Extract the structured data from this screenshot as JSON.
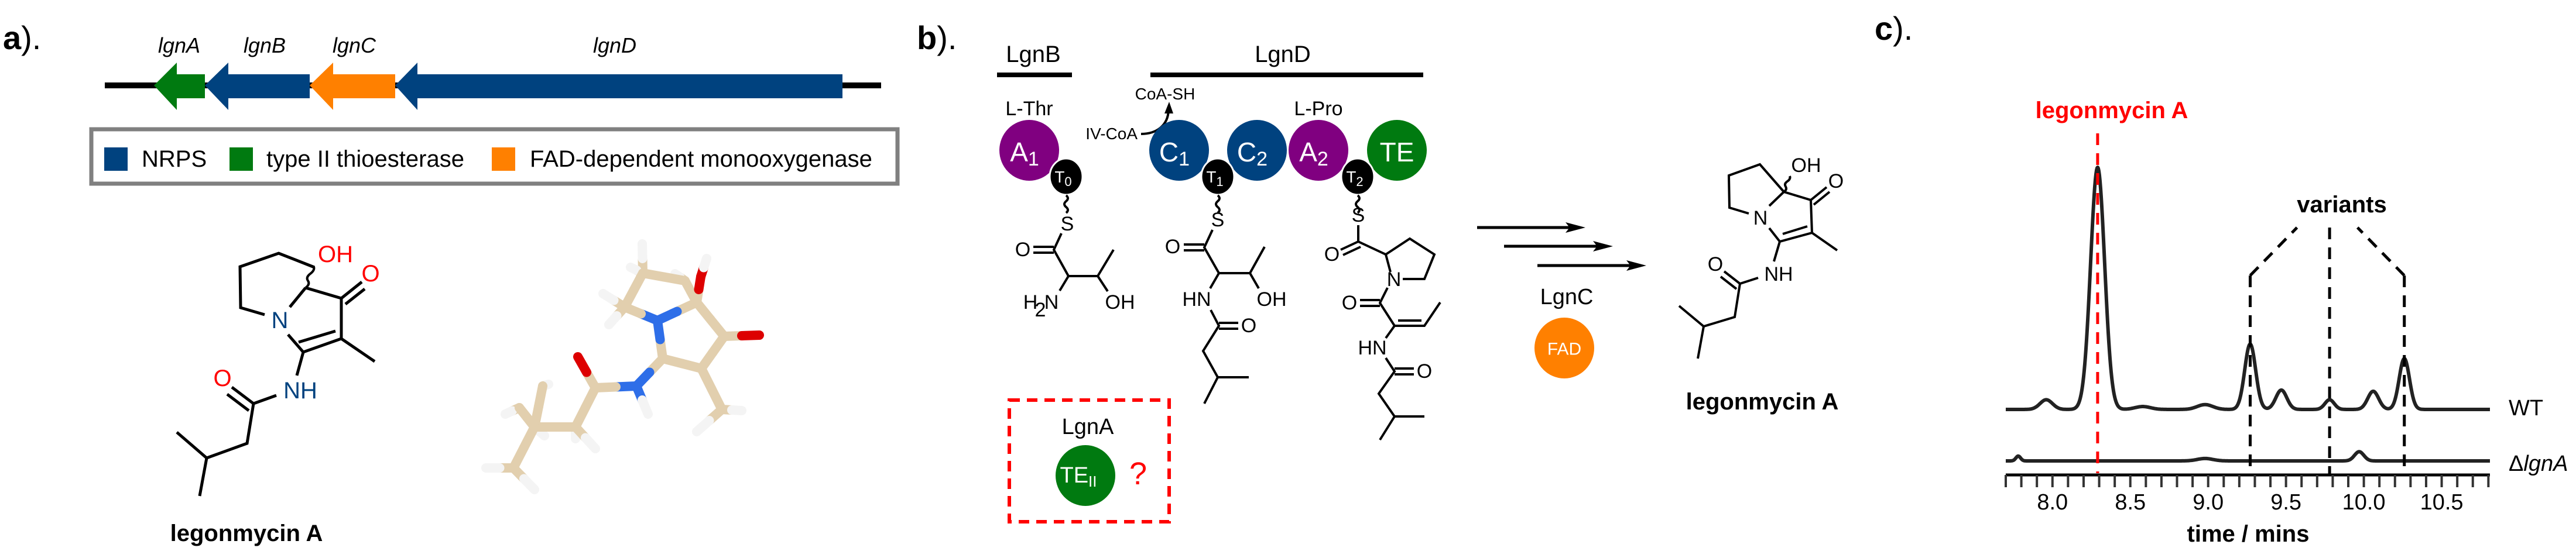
{
  "panels": {
    "a": {
      "label_letter": "a",
      "label_suffix": ")."
    },
    "b": {
      "label_letter": "b",
      "label_suffix": ")."
    },
    "c": {
      "label_letter": "c",
      "label_suffix": ")."
    }
  },
  "colors": {
    "nrps": "#00427f",
    "thioesterase": "#007a10",
    "monooxygenase": "#ff8000",
    "adenylation": "#800080",
    "thiolation": "#000000",
    "highlight_red": "#ff0000",
    "legend_border": "#808080",
    "stick_carbon": "#e2cfae",
    "stick_nitrogen": "#2e6ee8",
    "stick_oxygen": "#dd0000",
    "stick_hydrogen": "#f4f4f4"
  },
  "gene_cluster": {
    "genes": [
      {
        "name": "lgnA",
        "type": "type II thioesterase",
        "color_key": "thioesterase"
      },
      {
        "name": "lgnB",
        "type": "NRPS",
        "color_key": "nrps"
      },
      {
        "name": "lgnC",
        "type": "FAD-dependent monooxygenase",
        "color_key": "monooxygenase"
      },
      {
        "name": "lgnD",
        "type": "NRPS",
        "color_key": "nrps"
      }
    ],
    "legend": [
      {
        "label": "NRPS",
        "color_key": "nrps"
      },
      {
        "label": "type II thioesterase",
        "color_key": "thioesterase"
      },
      {
        "label": "FAD-dependent monooxygenase",
        "color_key": "monooxygenase"
      }
    ]
  },
  "compound_name": "legonmycin A",
  "structure_atoms": {
    "OH": "OH",
    "O": "O",
    "N": "N",
    "NH": "NH",
    "HN": "HN",
    "S": "S",
    "H2N_H": "H",
    "H2N_sub": "2",
    "H2N_N": "N"
  },
  "pathway": {
    "proteins": {
      "lgnB": "LgnB",
      "lgnD": "LgnD",
      "lgnA": "LgnA",
      "lgnC": "LgnC"
    },
    "substrates": {
      "thr": "L-Thr",
      "pro": "L-Pro",
      "ivcoa": "IV-CoA",
      "coash": "CoA-SH"
    },
    "domains": [
      {
        "id": "A1",
        "main": "A",
        "sub": "1",
        "color_key": "adenylation"
      },
      {
        "id": "T0",
        "main": "T",
        "sub": "0",
        "color_key": "thiolation"
      },
      {
        "id": "C1",
        "main": "C",
        "sub": "1",
        "color_key": "nrps"
      },
      {
        "id": "T1",
        "main": "T",
        "sub": "1",
        "color_key": "thiolation"
      },
      {
        "id": "C2",
        "main": "C",
        "sub": "2",
        "color_key": "nrps"
      },
      {
        "id": "A2",
        "main": "A",
        "sub": "2",
        "color_key": "adenylation"
      },
      {
        "id": "T2",
        "main": "T",
        "sub": "2",
        "color_key": "thiolation"
      },
      {
        "id": "TE",
        "main": "TE",
        "sub": "",
        "color_key": "thioesterase"
      }
    ],
    "te2": {
      "main": "TE",
      "sub": "II",
      "question": "?"
    },
    "cofactor": "FAD"
  },
  "chart_data": {
    "type": "line",
    "title": "",
    "xlabel": "time / mins",
    "ylabel": "",
    "xlim": [
      7.7,
      10.81
    ],
    "xticks": [
      8.0,
      8.5,
      9.0,
      9.5,
      10.0,
      10.5
    ],
    "xtick_labels": [
      "8.0",
      "8.5",
      "9.0",
      "9.5",
      "10.0",
      "10.5"
    ],
    "minor_tick_step": 0.1,
    "grid": false,
    "y_units": "relative intensity (main peak = 100)",
    "series": [
      {
        "name": "WT",
        "peaks": [
          {
            "t": 7.96,
            "height": 4,
            "width": 0.04
          },
          {
            "t": 8.29,
            "height": 100,
            "width": 0.045
          },
          {
            "t": 8.58,
            "height": 1.2,
            "width": 0.05
          },
          {
            "t": 8.98,
            "height": 2,
            "width": 0.05
          },
          {
            "t": 9.27,
            "height": 27,
            "width": 0.035
          },
          {
            "t": 9.47,
            "height": 8,
            "width": 0.035
          },
          {
            "t": 9.78,
            "height": 4,
            "width": 0.03
          },
          {
            "t": 10.06,
            "height": 7.5,
            "width": 0.035
          },
          {
            "t": 10.26,
            "height": 21,
            "width": 0.033
          }
        ]
      },
      {
        "name": "ΔlgnA",
        "peaks": [
          {
            "t": 7.78,
            "height": 2,
            "width": 0.015
          },
          {
            "t": 8.98,
            "height": 1,
            "width": 0.05
          },
          {
            "t": 9.97,
            "height": 3.8,
            "width": 0.03
          }
        ]
      }
    ],
    "trace_labels": {
      "wt": "WT",
      "delta_prefix": "Δ",
      "delta_gene": "lgnA"
    },
    "annotations": [
      {
        "text": "legonmycin A",
        "t": 8.29,
        "color": "#ff0000"
      },
      {
        "text": "variants",
        "t": [
          9.27,
          9.78,
          10.26
        ],
        "color": "#000000"
      }
    ]
  }
}
